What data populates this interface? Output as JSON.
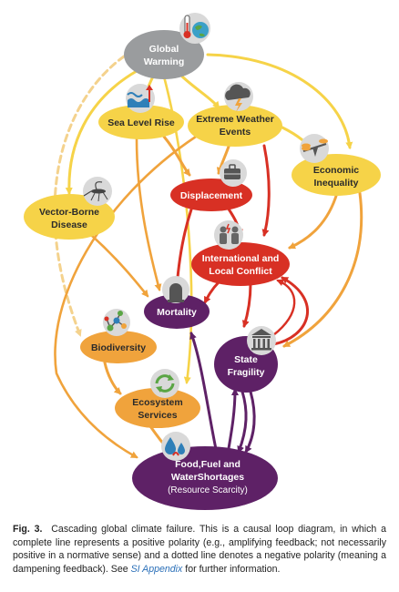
{
  "colors": {
    "gray": "#9a9c9e",
    "yellow": "#f6d348",
    "orange": "#f0a33c",
    "red": "#d83024",
    "purple": "#5e2166",
    "dashed_link": "#f4d28d"
  },
  "nodes": {
    "global_warming": {
      "line1": "Global",
      "line2": "Warming",
      "icon": "thermometer-globe-icon"
    },
    "sea_level_rise": {
      "line1": "Sea Level Rise",
      "icon": "rising-water-icon"
    },
    "extreme_weather": {
      "line1": "Extreme Weather",
      "line2": "Events",
      "icon": "storm-cloud-icon"
    },
    "economic_inequality": {
      "line1": "Economic",
      "line2": "Inequality",
      "icon": "coin-scale-icon"
    },
    "displacement": {
      "line1": "Displacement",
      "icon": "luggage-icon"
    },
    "vector_borne": {
      "line1": "Vector-Borne",
      "line2": "Disease",
      "icon": "mosquito-icon"
    },
    "conflict": {
      "line1": "International and",
      "line2": "Local Conflict",
      "icon": "conflict-people-icon"
    },
    "mortality": {
      "line1": "Mortality",
      "icon": "gravestone-icon"
    },
    "biodiversity": {
      "line1": "Biodiversity",
      "icon": "molecule-icon"
    },
    "state_fragility": {
      "line1": "State",
      "line2": "Fragility",
      "icon": "government-building-icon"
    },
    "ecosystem_services": {
      "line1": "Ecosystem",
      "line2": "Services",
      "icon": "recycle-icon"
    },
    "resource_scarcity": {
      "line1": "Food,Fuel and",
      "line2": "WaterShortages",
      "line3": "(Resource Scarcity)",
      "icon": "water-drop-flame-icon"
    }
  },
  "caption": {
    "label": "Fig. 3.",
    "text": "Cascading global climate failure. This is a causal loop diagram, in which a complete line represents a positive polarity (e.g., amplifying feedback; not necessarily positive in a normative sense) and a dotted line denotes a negative polarity (meaning a dampening feedback). See",
    "link": "SI Appendix",
    "tail": "for further information."
  }
}
